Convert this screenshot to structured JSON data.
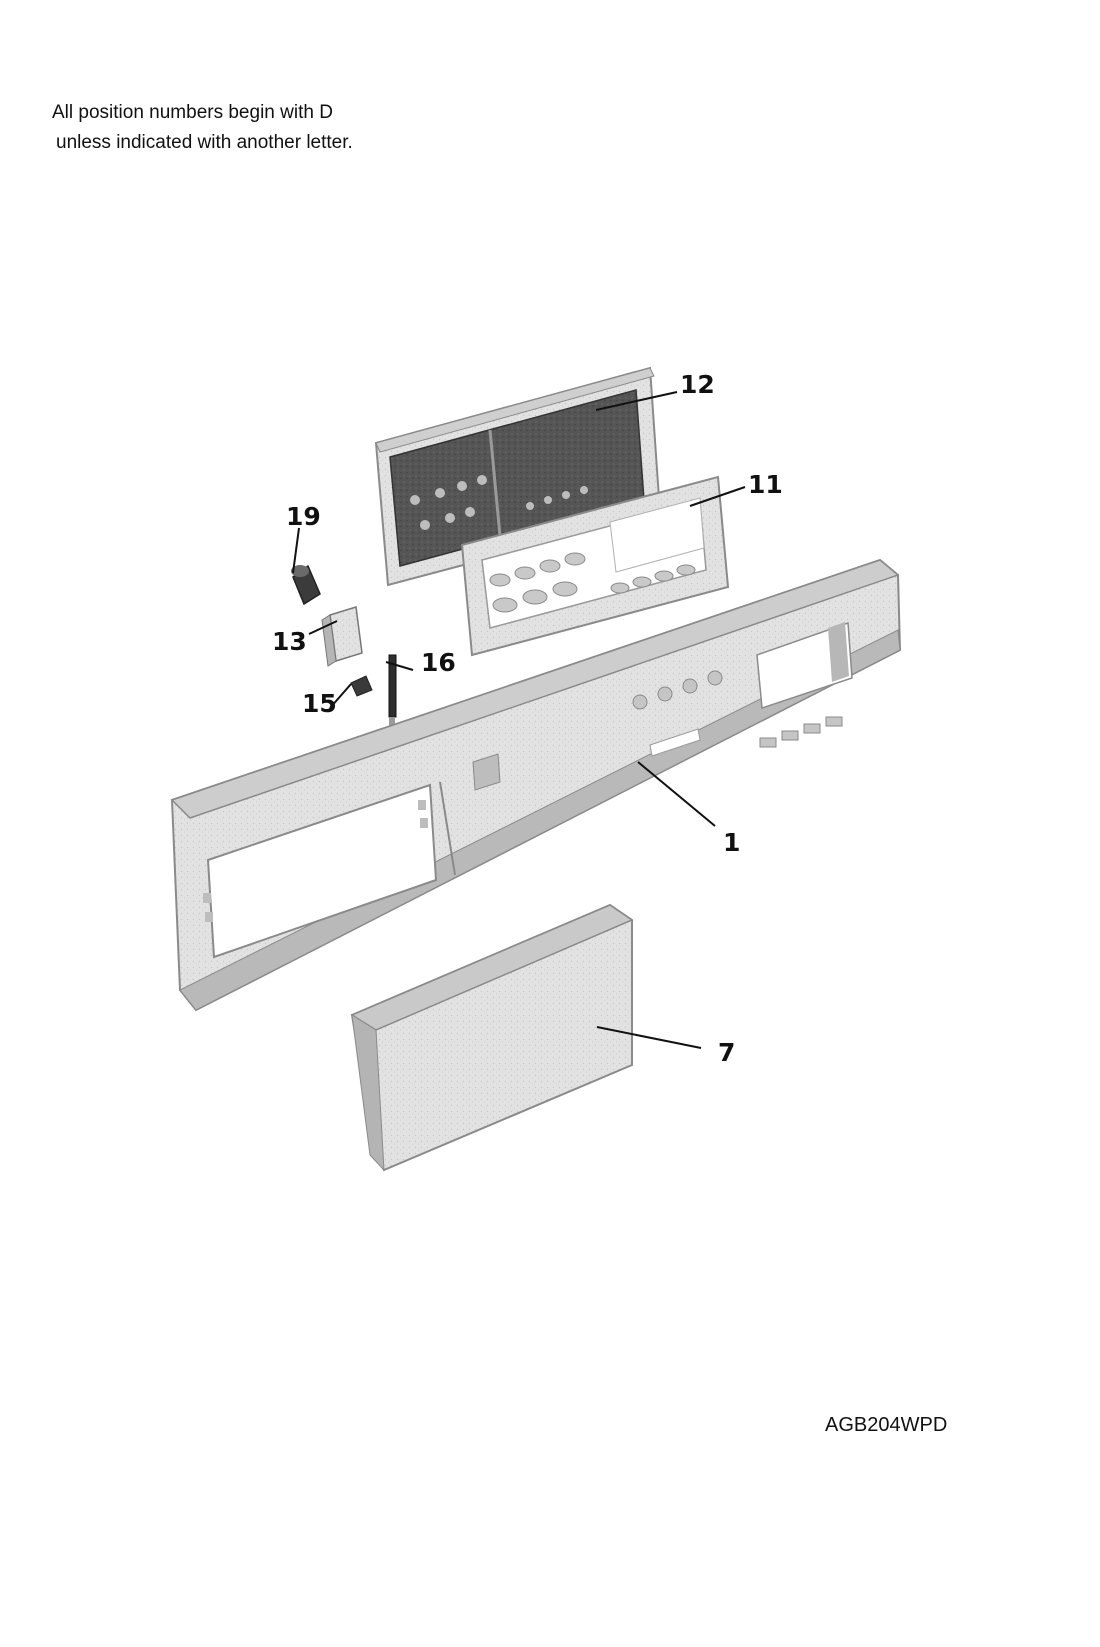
{
  "note": {
    "line1": "All position numbers begin with D",
    "line2": "unless indicated with another letter."
  },
  "model_code": "AGB204WPD",
  "callouts": {
    "c12": "12",
    "c11": "11",
    "c19": "19",
    "c13": "13",
    "c16": "16",
    "c15": "15",
    "c1": "1",
    "c7": "7"
  },
  "colors": {
    "part_fill": "#dcdcdc",
    "part_edge": "#8a8a8a",
    "part_dark": "#4a4a4a",
    "leader": "#111111"
  }
}
